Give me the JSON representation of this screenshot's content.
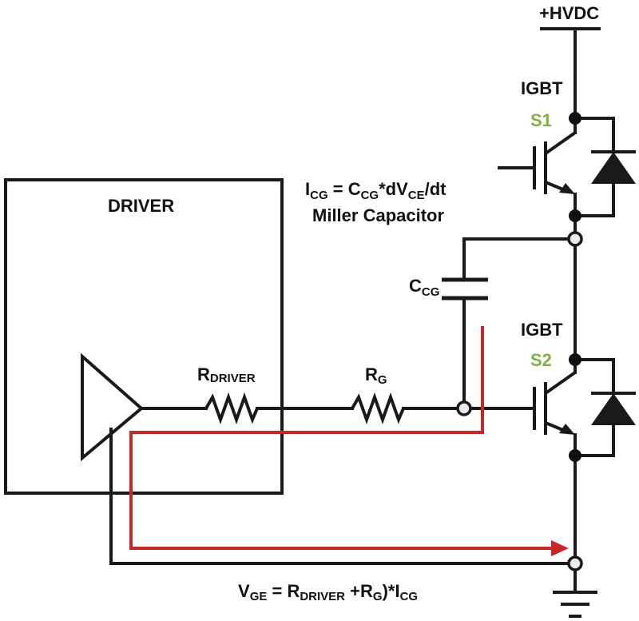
{
  "supply": {
    "label": "+HVDC"
  },
  "driver": {
    "title": "DRIVER"
  },
  "igbt_top": {
    "type": "IGBT",
    "name": "S1"
  },
  "igbt_bottom": {
    "type": "IGBT",
    "name": "S2"
  },
  "equation_icg": {
    "lhs_main": "I",
    "lhs_sub": "CG",
    "eq": " = C",
    "c_sub": "CG",
    "mid": "*dV",
    "v_sub": "CE",
    "tail": "/dt"
  },
  "miller_label": "Miller Capacitor",
  "ccg_label": {
    "main": "C",
    "sub": "CG"
  },
  "r_driver_label": {
    "main": "R",
    "sub": "DRIVER"
  },
  "rg_label": {
    "main": "R",
    "sub": "G"
  },
  "equation_vge": {
    "v_main": "V",
    "v_sub": "GE",
    "eq": " = R",
    "r1_sub": "DRIVER",
    "plus": " +R",
    "r2_sub": "G",
    "tail": ")*I",
    "i_sub": "CG"
  },
  "colors": {
    "switch_name": "#7cb342",
    "current_path": "#c62828",
    "wire": "#1a1a1a",
    "open_node_fill": "#e7ecef"
  }
}
